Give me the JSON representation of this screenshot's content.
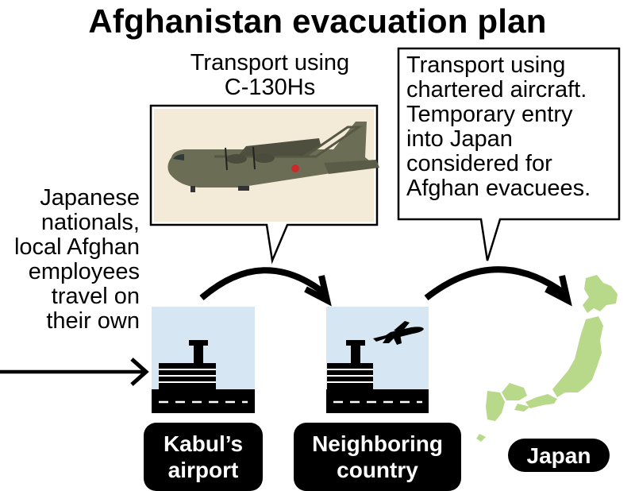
{
  "title": "Afghanistan evacuation plan",
  "callouts": {
    "c130": [
      "Transport using",
      "C-130Hs"
    ],
    "charter": [
      "Transport using",
      "chartered aircraft.",
      "Temporary entry",
      "into Japan",
      "considered for",
      "Afghan evacuees."
    ],
    "self_travel": [
      "Japanese",
      "nationals,",
      "local Afghan",
      "employees",
      "travel on",
      "their own"
    ]
  },
  "locations": {
    "kabul": [
      "Kabul’s",
      "airport"
    ],
    "neighbor": [
      "Neighboring",
      "country"
    ],
    "japan": "Japan"
  },
  "colors": {
    "sky": "#d6e6f2",
    "runway": "#000000",
    "japan_land": "#b8d98a",
    "photo_bg": "#f3ead7",
    "aircraft": "#6c6d55"
  }
}
